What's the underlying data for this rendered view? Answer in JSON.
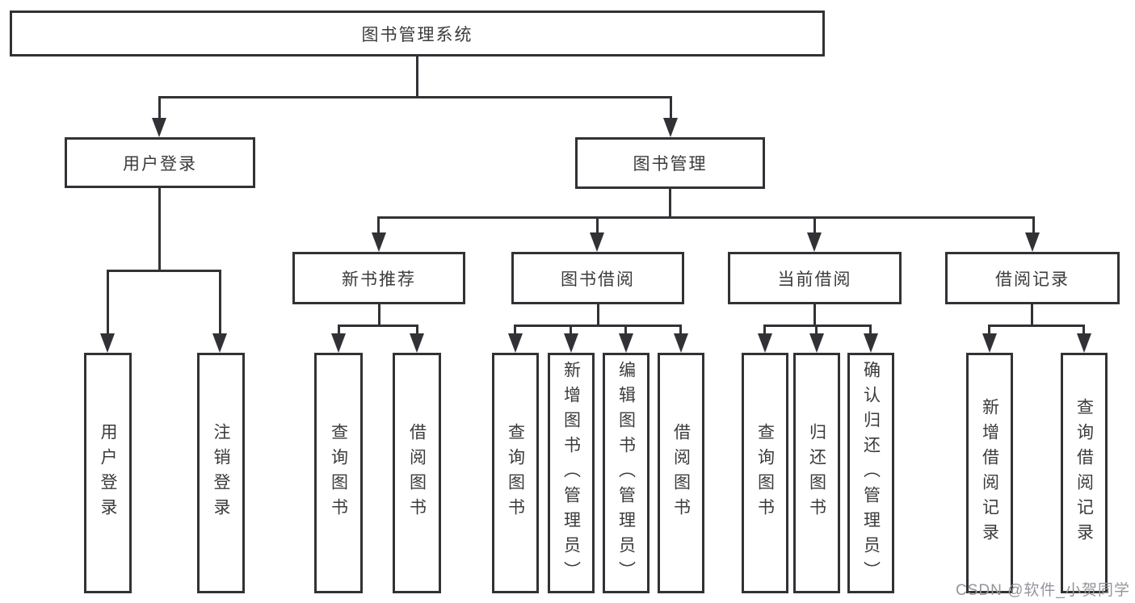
{
  "diagram": {
    "root": {
      "label": "图书管理系统"
    },
    "branches": [
      {
        "label": "用户登录",
        "children": [
          {
            "label": "用户登录"
          },
          {
            "label": "注销登录"
          }
        ]
      },
      {
        "label": "图书管理",
        "children": [
          {
            "label": "新书推荐",
            "children": [
              {
                "label": "查询图书"
              },
              {
                "label": "借阅图书"
              }
            ]
          },
          {
            "label": "图书借阅",
            "children": [
              {
                "label": "查询图书"
              },
              {
                "label": "新增图书（管理员）"
              },
              {
                "label": "编辑图书（管理员）"
              },
              {
                "label": "借阅图书"
              }
            ]
          },
          {
            "label": "当前借阅",
            "children": [
              {
                "label": "查询图书"
              },
              {
                "label": "归还图书"
              },
              {
                "label": "确认归还（管理员）"
              }
            ]
          },
          {
            "label": "借阅记录",
            "children": [
              {
                "label": "新增借阅记录"
              },
              {
                "label": "查询借阅记录"
              }
            ]
          }
        ]
      }
    ],
    "watermark": "CSDN @软件_小贺同学",
    "colors": {
      "line": "#323236",
      "box_border": "#323236",
      "text": "#3b3b3b",
      "background": "#ffffff",
      "watermark": "#94949c"
    }
  }
}
